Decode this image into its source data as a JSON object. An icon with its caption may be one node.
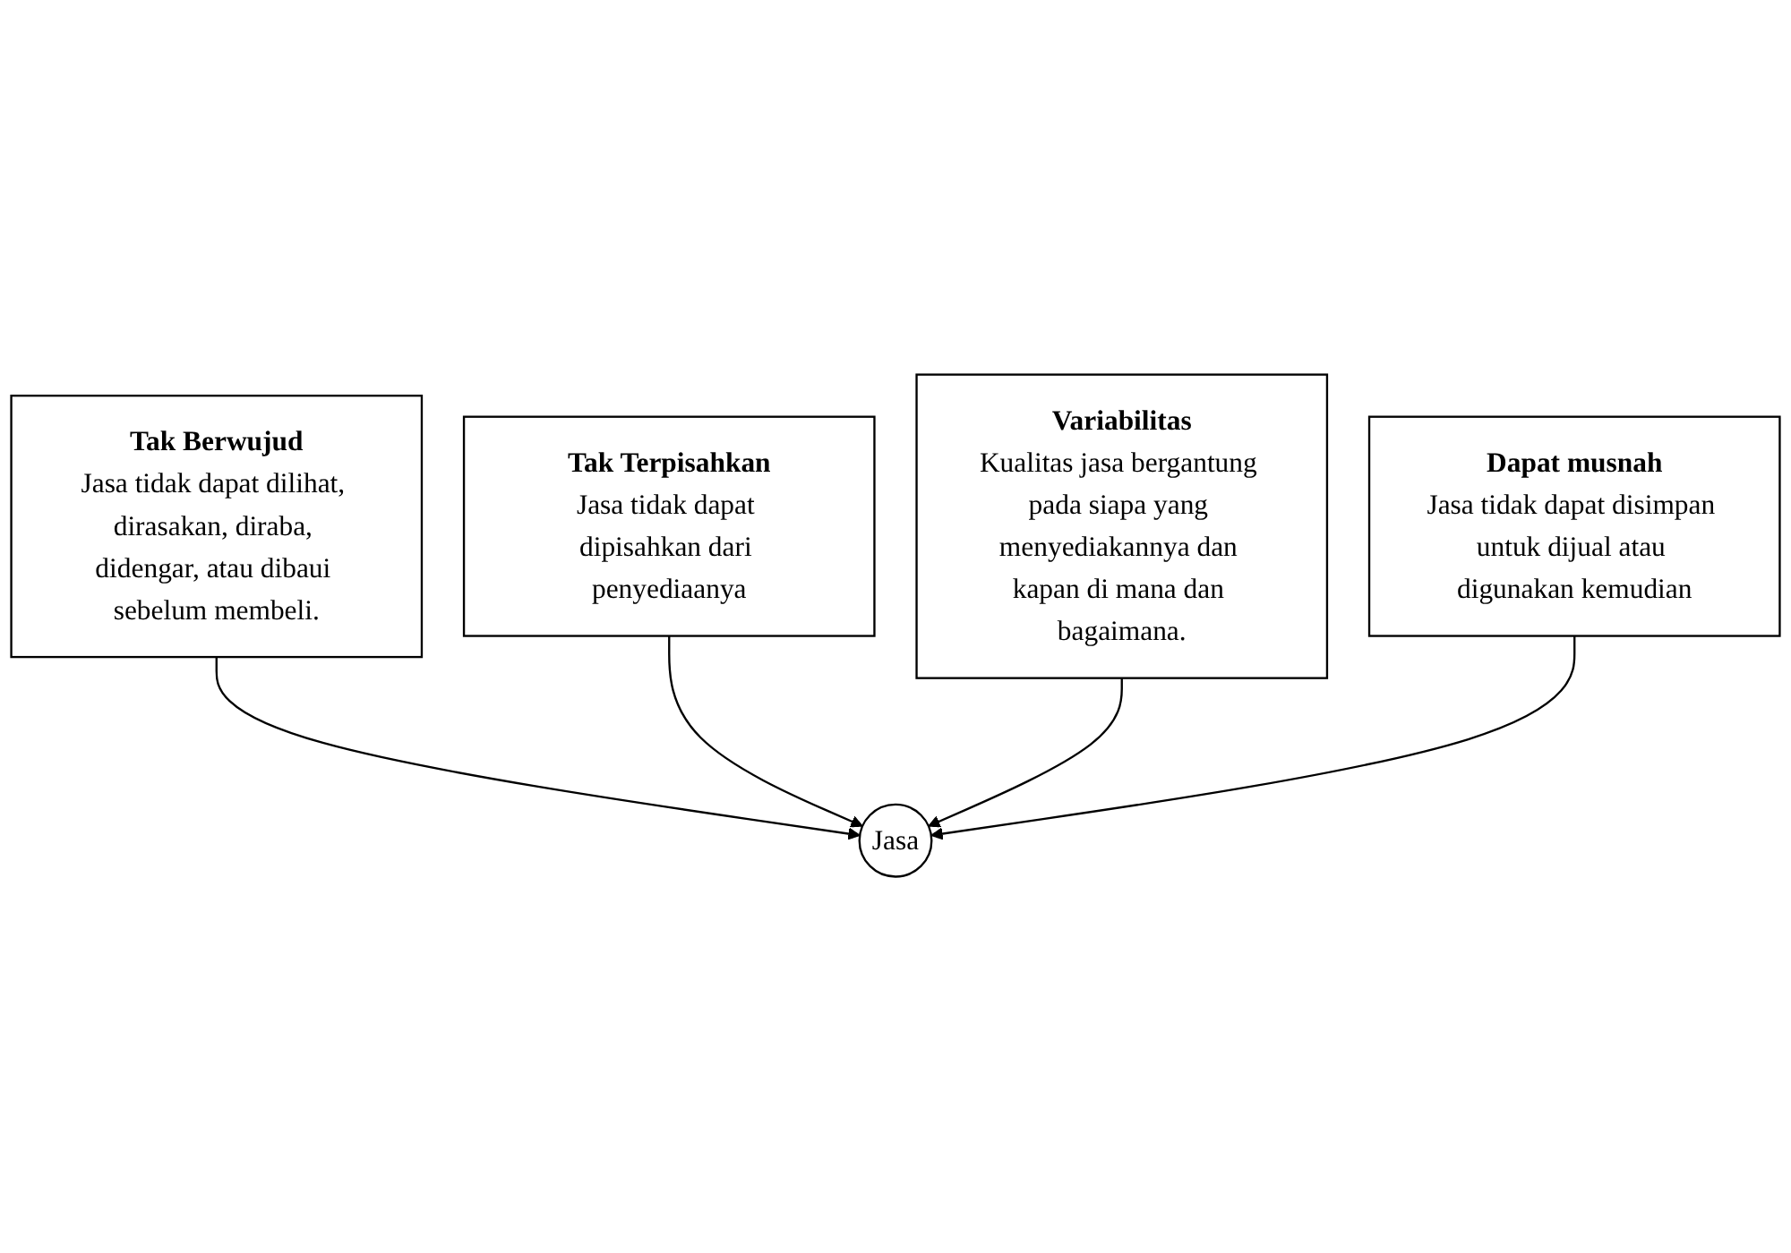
{
  "diagram": {
    "nodes": [
      {
        "text": [
          "Tak Berwujud",
          "Jasa tidak dapat dilihat, dirasakan, diraba, didengar, atau dibaui sebelum membeli."
        ]
      },
      {
        "text": [
          "Tak Terpisahkan",
          "Jasa tidak dapat dipisahkan dari penyediaanya"
        ]
      },
      {
        "text": [
          "Jasa"
        ]
      },
      {
        "text": [
          "Variabilitas",
          "Kualitas jasa bergantung pada siapa yang menyediakannya dan kapan di mana dan bagaimana."
        ]
      },
      {
        "text": [
          "Dapat musnah",
          "Jasa tidak dapat disimpan untuk dijual atau digunakan kemudian"
        ]
      }
    ],
    "edges": [
      {
        "from": 0,
        "to": 2,
        "arrow": "to"
      },
      {
        "from": 1,
        "to": 2,
        "arrow": "to"
      },
      {
        "from": 3,
        "to": 2,
        "arrow": "to"
      },
      {
        "from": 4,
        "to": 2,
        "arrow": "to"
      }
    ]
  }
}
